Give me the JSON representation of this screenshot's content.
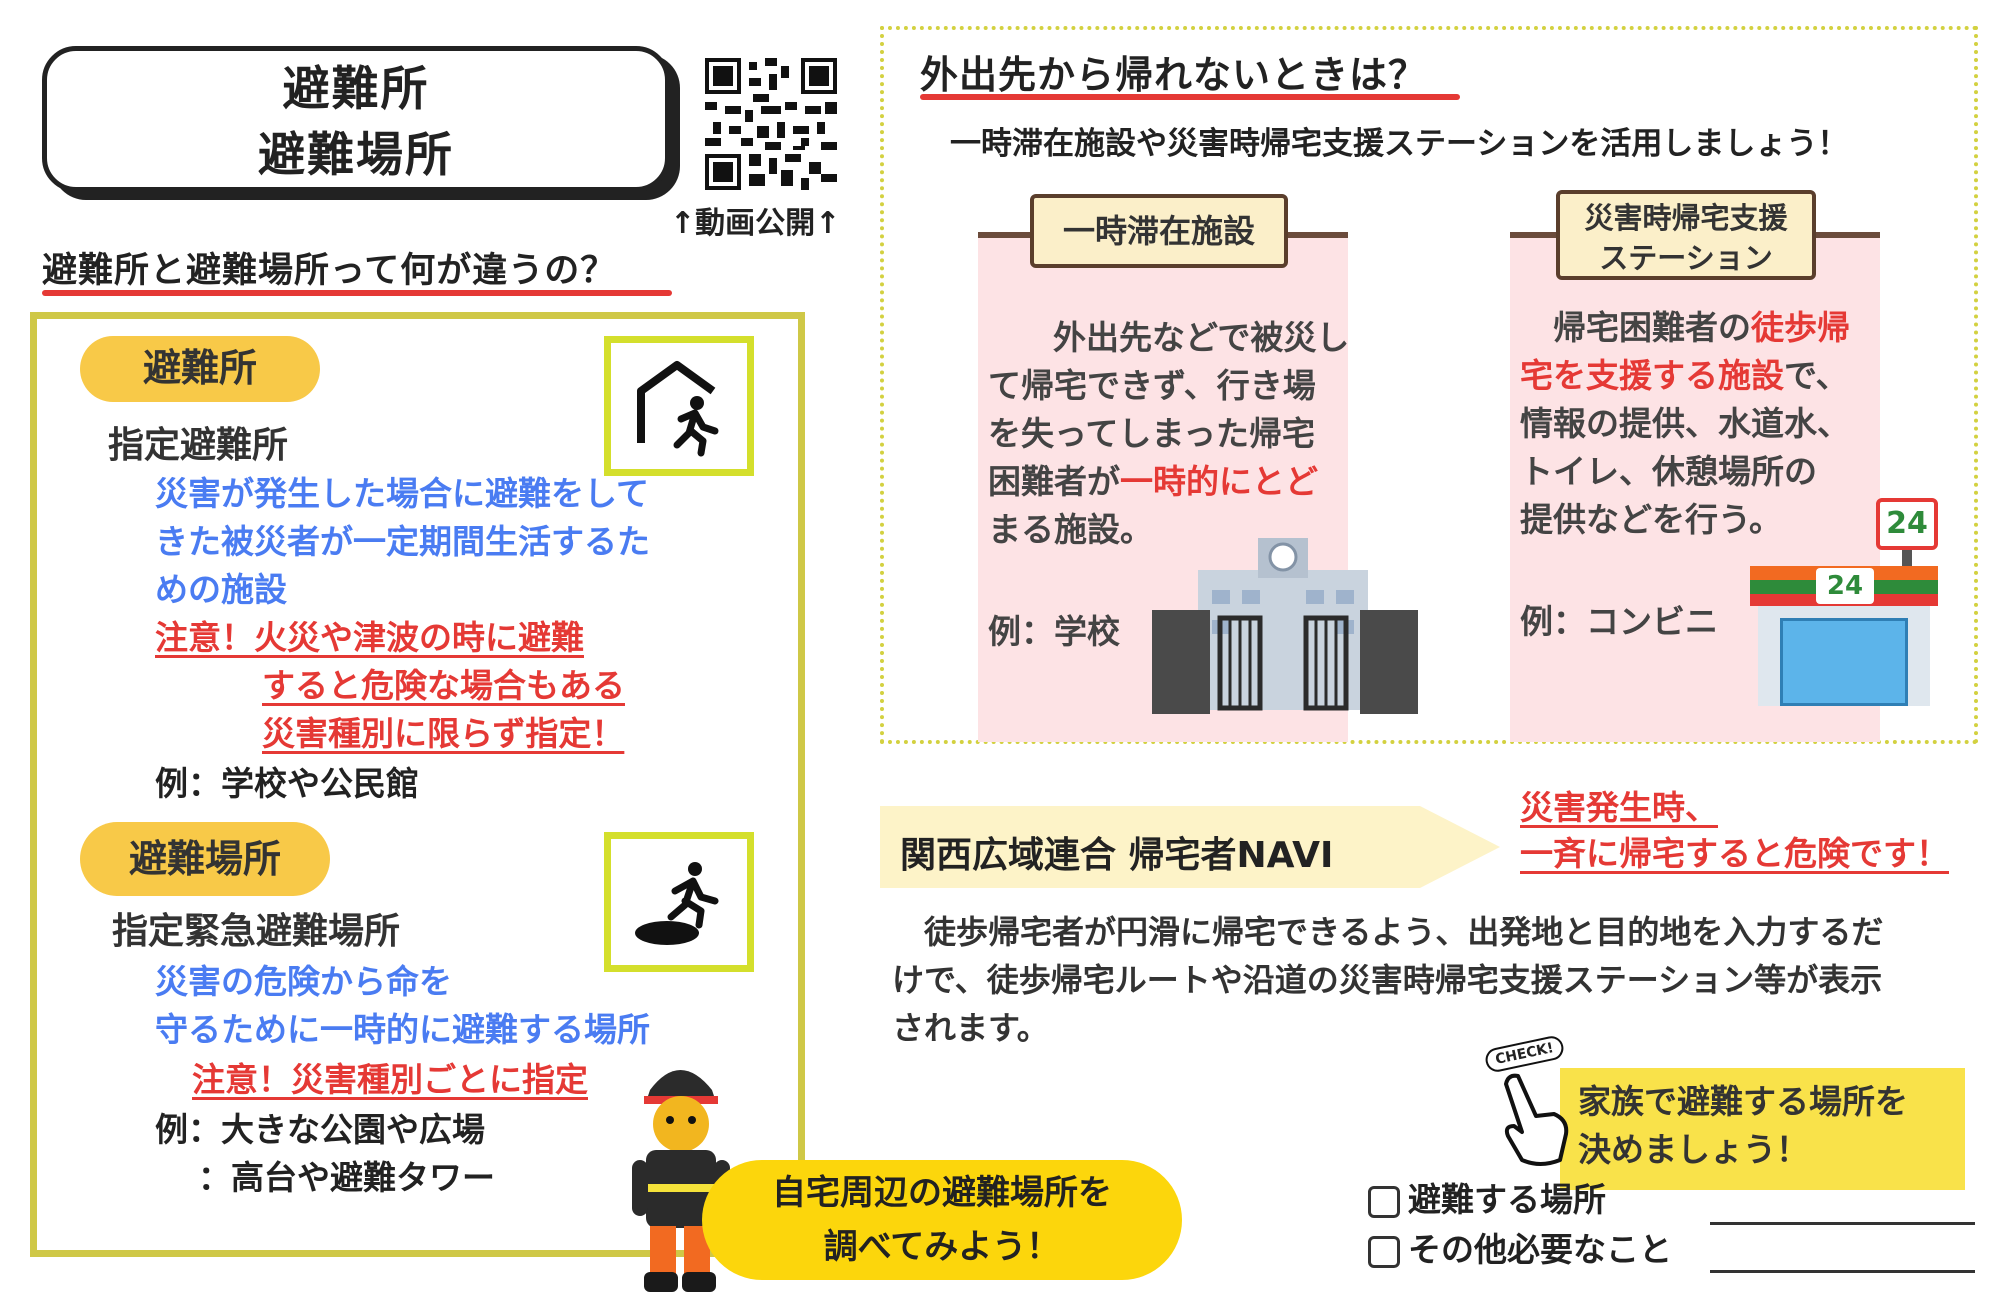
{
  "title": {
    "line1": "避難所",
    "line2": "避難場所"
  },
  "qr_caption": "↑動画公開↑",
  "question_heading": "避難所と避難場所って何が違うの？",
  "shelter": {
    "pill": "避難所",
    "type": "指定避難所",
    "desc": [
      "災害が発生した場合に避難をして",
      "きた被災者が一定期間生活するた",
      "めの施設"
    ],
    "notes": [
      "注意！火災や津波の時に避難",
      "すると危険な場合もある",
      "災害種別に限らず指定！"
    ],
    "example": "例：学校や公民館"
  },
  "evac_place": {
    "pill": "避難場所",
    "type": "指定緊急避難場所",
    "desc": [
      "災害の危険から命を",
      "守るために一時的に避難する場所"
    ],
    "note": "注意！災害種別ごとに指定",
    "examples": [
      "例：大きな公園や広場",
      "：高台や避難タワー"
    ]
  },
  "callout": {
    "line1": "自宅周辺の避難場所を",
    "line2": "調べてみよう！"
  },
  "outside": {
    "heading": "外出先から帰れないときは？",
    "subheading": "一時滞在施設や災害時帰宅支援ステーションを活用しましょう！",
    "facility": {
      "sign": "一時滞在施設",
      "lines": [
        "外出先などで被災し",
        "て帰宅できず、行き場",
        "を失ってしまった帰宅",
        "困難者が",
        "一時的にとど",
        "まる施設。"
      ],
      "example": "例：学校"
    },
    "station": {
      "sign_line1": "災害時帰宅支援",
      "sign_line2": "ステーション",
      "lines": [
        "帰宅困難者の",
        "徒歩帰",
        "宅を支援する施設",
        "で、",
        "情報の提供、水道水、",
        "トイレ、休憩場所の",
        "提供などを行う。"
      ],
      "example": "例：コンビニ",
      "sign_number": "24"
    }
  },
  "navi": {
    "label": "関西広域連合 帰宅者NAVI",
    "warning_line1": "災害発生時、",
    "warning_line2": "一斉に帰宅すると危険です！",
    "desc": [
      "　徒歩帰宅者が円滑に帰宅できるよう、出発地と目的地を入力するだ",
      "けで、徒歩帰宅ルートや沿道の災害時帰宅支援ステーション等が表示",
      "されます。"
    ]
  },
  "check": {
    "badge": "CHECK!",
    "line1": "家族で避難する場所を",
    "line2": "決めましょう！",
    "items": [
      "避難する場所",
      "その他必要なこと"
    ]
  },
  "colors": {
    "accent_red": "#e53935",
    "accent_blue": "#4a7cf2",
    "pill_yellow": "#f8c948",
    "frame_olive": "#cfc847",
    "panel_pink": "#fde3e5"
  }
}
